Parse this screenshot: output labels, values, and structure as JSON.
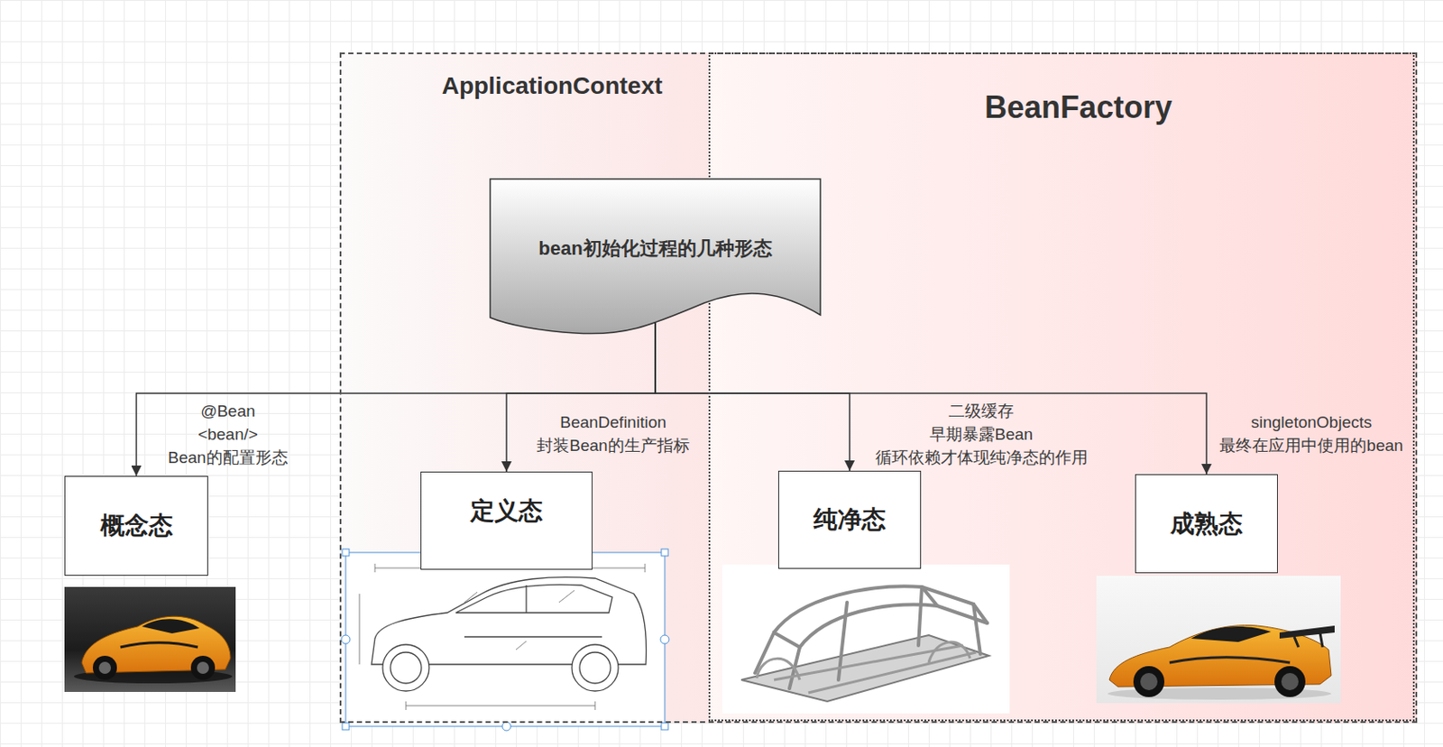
{
  "diagram": {
    "nodes": [
      {
        "text": [
          "ApplicationContext"
        ]
      },
      {
        "text": [
          "BeanFactory"
        ],
        "in": 0
      },
      {
        "text": [
          "bean初始化过程的几种形态"
        ],
        "in": 0
      },
      {
        "text": [
          "概念态"
        ]
      },
      {
        "text": [
          "定义态"
        ],
        "in": 0
      },
      {
        "text": [
          "纯净态"
        ],
        "in": 1
      },
      {
        "text": [
          "成熟态"
        ],
        "in": 1
      }
    ],
    "edges": [
      {
        "from": 2,
        "to": 3,
        "arrow": "to"
      },
      {
        "from": 2,
        "to": 4,
        "arrow": "to"
      },
      {
        "from": 2,
        "to": 5,
        "arrow": "to"
      },
      {
        "from": 2,
        "to": 6,
        "arrow": "to"
      }
    ],
    "labels": [
      "@Bean",
      "<bean/>",
      "Bean的配置形态",
      "BeanDefinition",
      "封装Bean的生产指标",
      "二级缓存",
      "早期暴露Bean",
      "循环依赖才体现纯净态的作用",
      "singletonObjects",
      "最终在应用中使用的bean"
    ]
  }
}
